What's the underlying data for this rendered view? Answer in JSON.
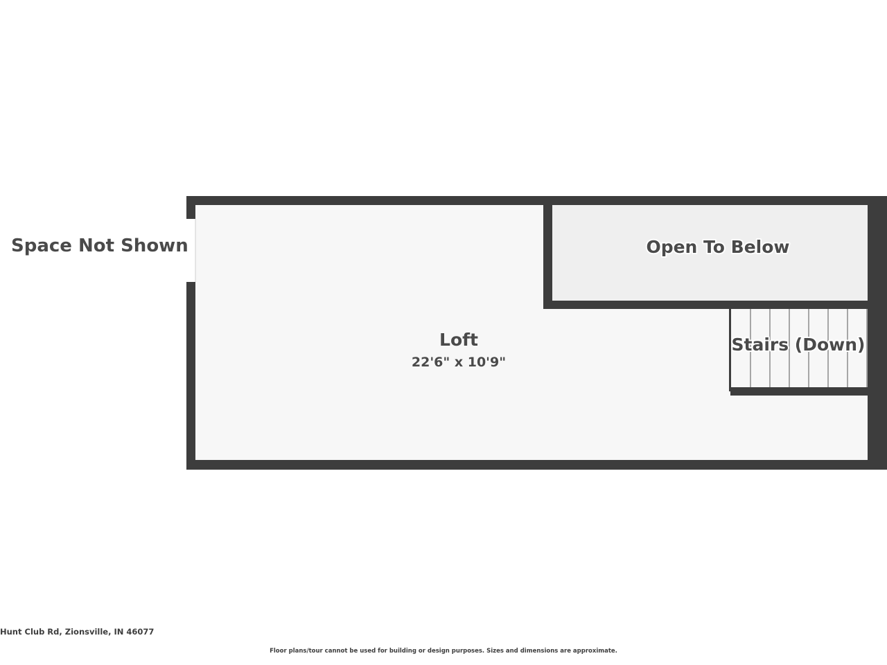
{
  "rooms": {
    "loft": {
      "name": "Loft",
      "dimensions": "22'6\" x 10'9\""
    },
    "open_to_below": {
      "name": "Open To Below"
    },
    "stairs": {
      "name": "Stairs (Down)"
    }
  },
  "labels": {
    "space_not_shown": "Space Not Shown"
  },
  "footer": {
    "address": "Hunt Club Rd, Zionsville, IN 46077",
    "disclaimer": "Floor plans/tour cannot be used for building or design purposes. Sizes and dimensions are approximate."
  },
  "colors": {
    "wall": "#3d3d3d",
    "floor": "#f7f7f7",
    "open_area": "#efefef",
    "text": "#4a4a4a"
  }
}
